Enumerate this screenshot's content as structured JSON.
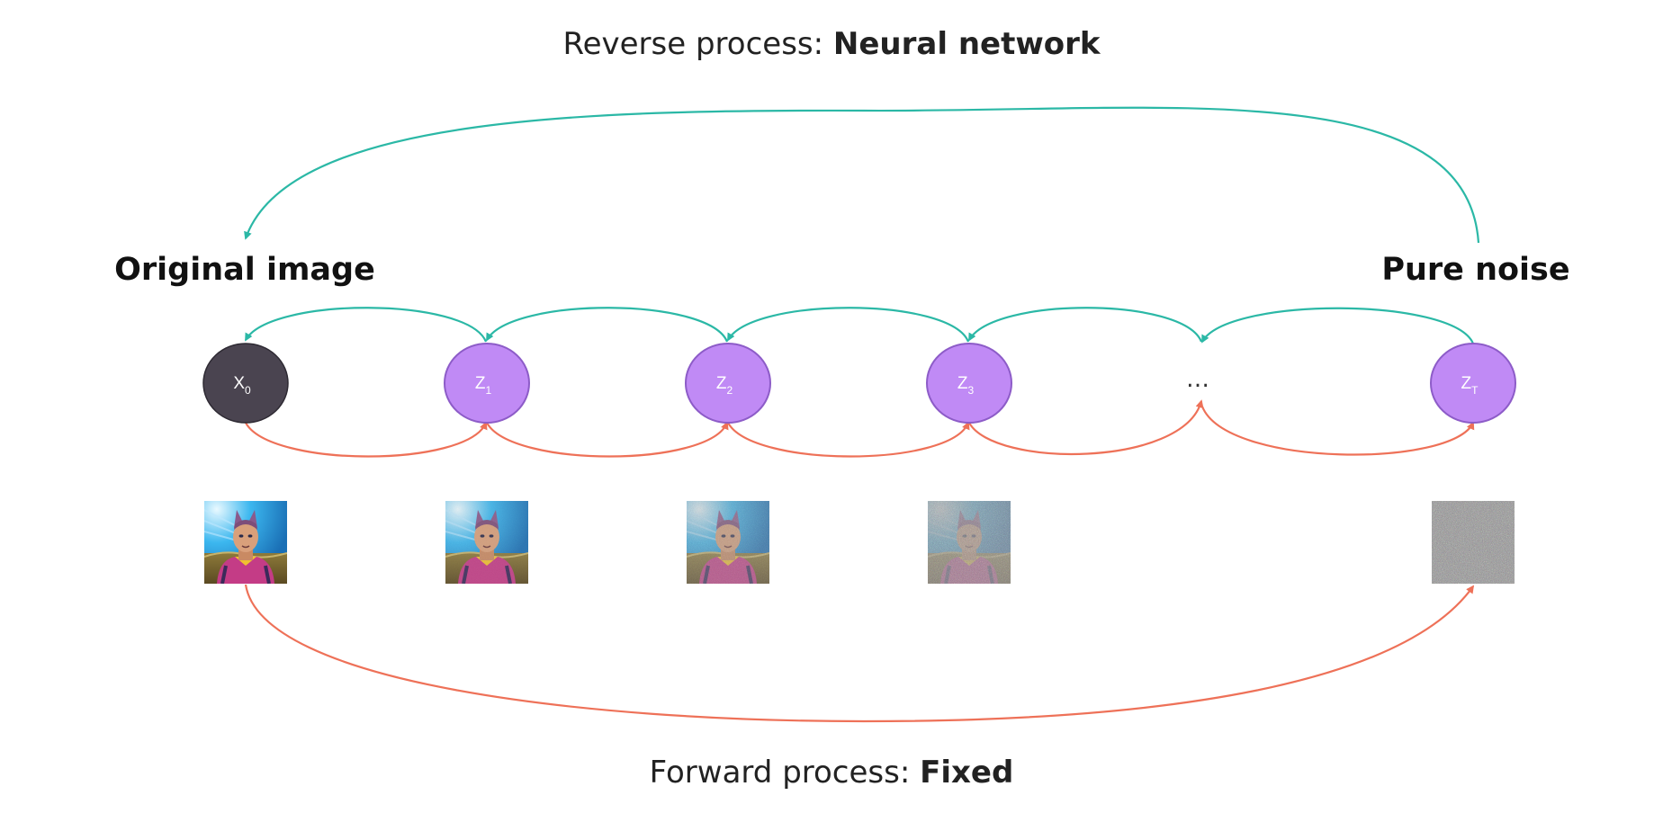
{
  "reverse_caption": {
    "prefix": "Reverse process: ",
    "emphasis": "Neural network"
  },
  "forward_caption": {
    "prefix": "Forward process: ",
    "emphasis": "Fixed"
  },
  "start_label": "Original image",
  "end_label": "Pure noise",
  "ellipsis": "…",
  "nodes": [
    {
      "letter": "X",
      "sub": "0",
      "kind": "data"
    },
    {
      "letter": "Z",
      "sub": "1",
      "kind": "latent"
    },
    {
      "letter": "Z",
      "sub": "2",
      "kind": "latent"
    },
    {
      "letter": "Z",
      "sub": "3",
      "kind": "latent"
    },
    {
      "letter": "Z",
      "sub": "T",
      "kind": "latent"
    }
  ],
  "thumbnail_noise_levels": [
    0.0,
    0.15,
    0.4,
    0.75,
    1.0
  ],
  "colors": {
    "reverse_arrow": "#2BB8A6",
    "forward_arrow": "#EE7158",
    "data_node": "#4A4450",
    "latent_node": "#C08AF5",
    "node_stroke": "#8D5CC8"
  }
}
